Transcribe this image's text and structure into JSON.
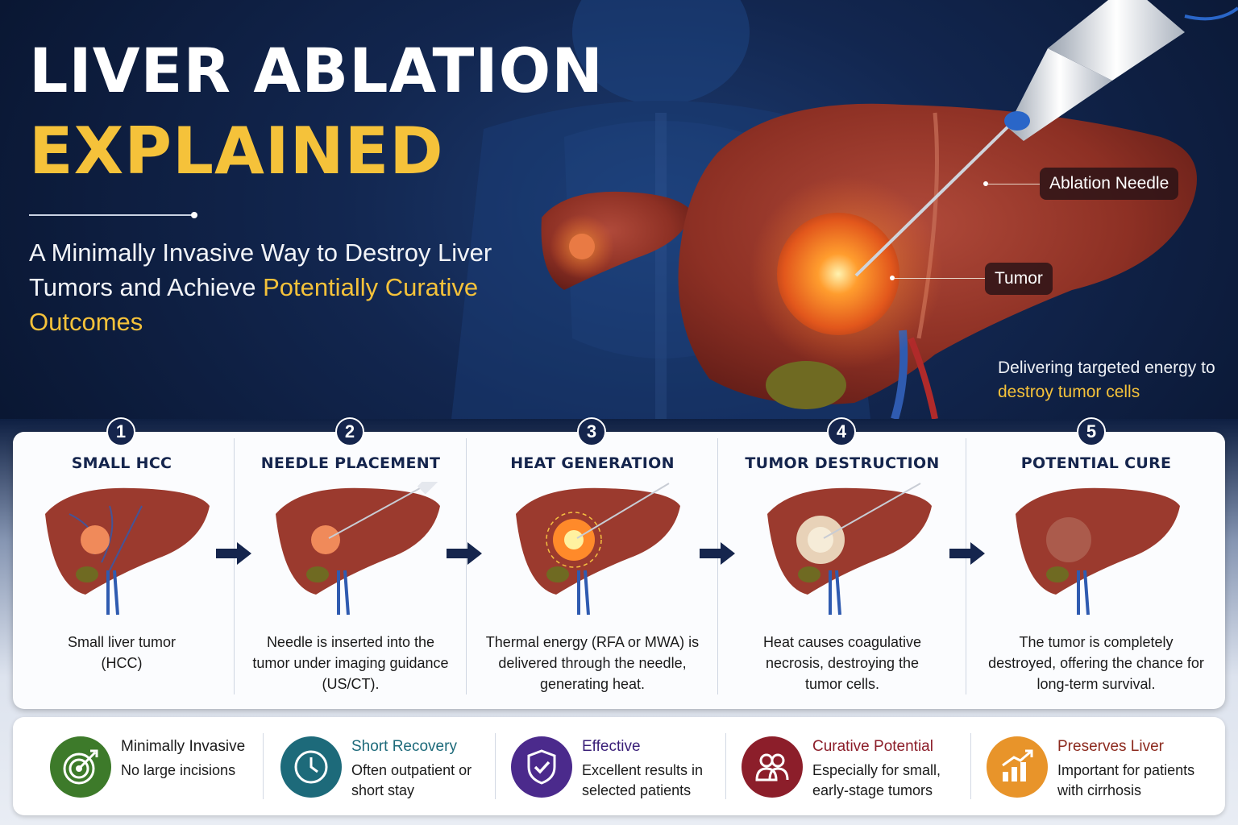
{
  "header": {
    "title_line1": "LIVER ABLATION",
    "title_line2": "EXPLAINED",
    "subtitle_part1": "A Minimally Invasive Way to Destroy Liver Tumors and Achieve ",
    "subtitle_highlight": "Potentially Curative Outcomes"
  },
  "illustration": {
    "needle_label": "Ablation Needle",
    "tumor_label": "Tumor",
    "caption_part1": "Delivering targeted energy to ",
    "caption_highlight": "destroy tumor cells"
  },
  "steps": [
    {
      "number": "1",
      "title": "SMALL HCC",
      "description": "Small liver tumor (HCC)"
    },
    {
      "number": "2",
      "title": "NEEDLE PLACEMENT",
      "description": "Needle is inserted into the tumor under imaging guidance (US/CT)."
    },
    {
      "number": "3",
      "title": "HEAT GENERATION",
      "description": "Thermal energy (RFA or MWA) is delivered through the needle, generating heat."
    },
    {
      "number": "4",
      "title": "TUMOR DESTRUCTION",
      "description": "Heat causes coagulative necrosis, destroying the tumor cells."
    },
    {
      "number": "5",
      "title": "POTENTIAL CURE",
      "description": "The tumor is completely destroyed, offering the chance for long-term survival."
    }
  ],
  "benefits": [
    {
      "title": "Minimally Invasive",
      "description": "No large incisions",
      "icon": "target-icon",
      "color": "#3d7a2a",
      "title_color": "#1b1b1b"
    },
    {
      "title": "Short Recovery",
      "description": "Often outpatient or short stay",
      "icon": "clock-icon",
      "color": "#1d6a7a",
      "title_color": "#1d6a7a"
    },
    {
      "title": "Effective",
      "description": "Excellent results in selected patients",
      "icon": "shield-check-icon",
      "color": "#4b2a8c",
      "title_color": "#3a1f78"
    },
    {
      "title": "Curative Potential",
      "description": "Especially for small, early-stage tumors",
      "icon": "people-icon",
      "color": "#8c1e2a",
      "title_color": "#8c1e2a"
    },
    {
      "title": "Preserves Liver",
      "description": "Important for patients with cirrhosis",
      "icon": "growth-chart-icon",
      "color": "#e8942a",
      "title_color": "#8c2a1e"
    }
  ],
  "colors": {
    "navy": "#15254d",
    "accent_yellow": "#f5c23a",
    "liver": "#9b3a2e"
  }
}
